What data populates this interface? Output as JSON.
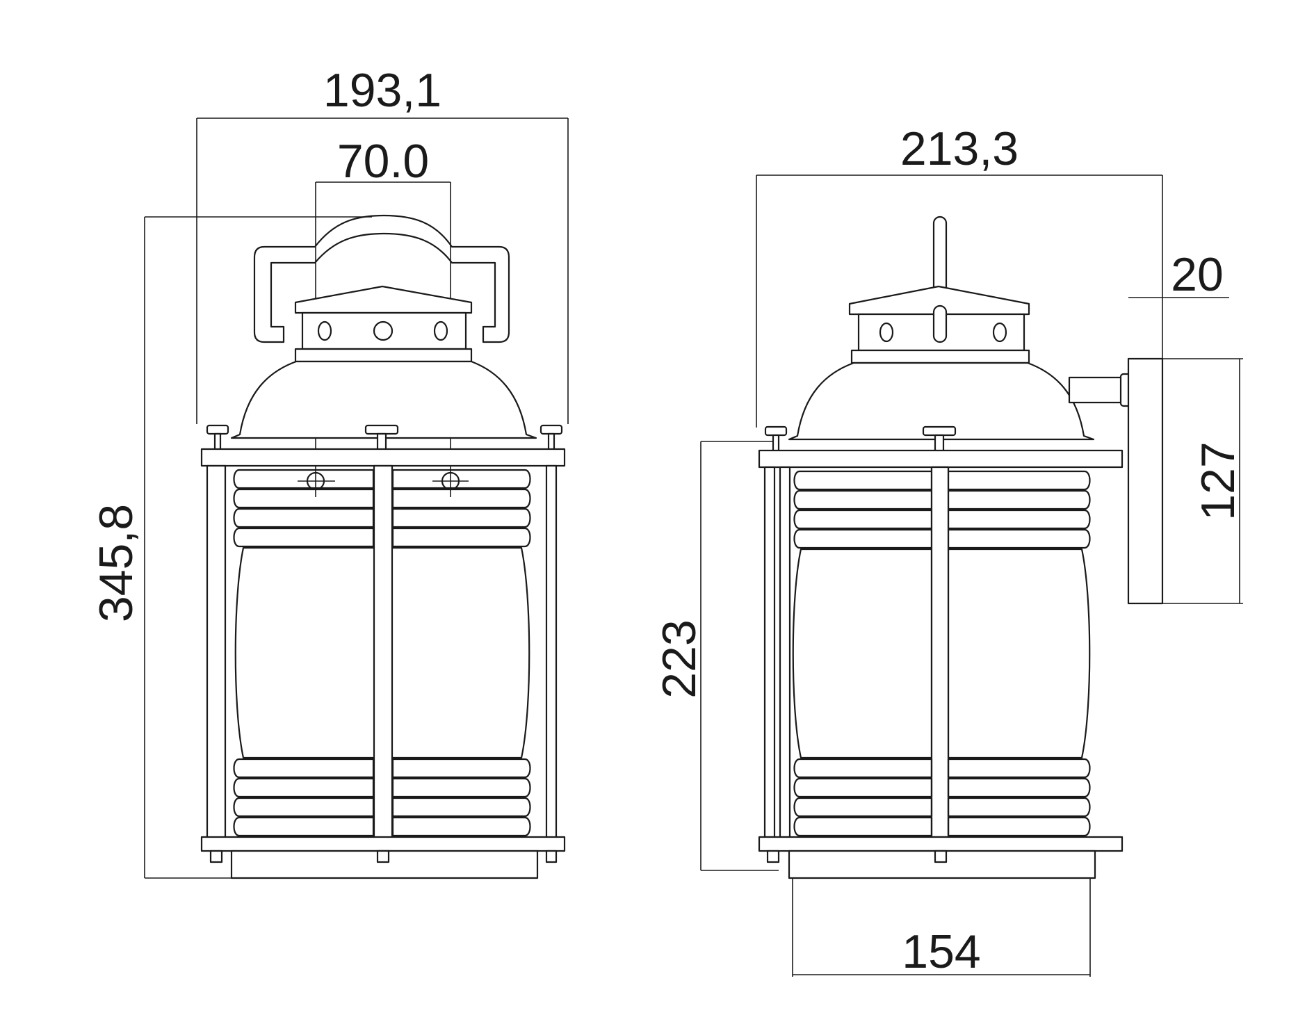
{
  "drawing": {
    "front_view": {
      "dimensions": {
        "overall_width": "193,1",
        "mount_spacing": "70.0",
        "overall_height": "345,8"
      }
    },
    "side_view": {
      "dimensions": {
        "overall_depth": "213,3",
        "backplate_depth": "20",
        "backplate_height": "127",
        "body_height": "223",
        "base_width": "154"
      }
    }
  }
}
